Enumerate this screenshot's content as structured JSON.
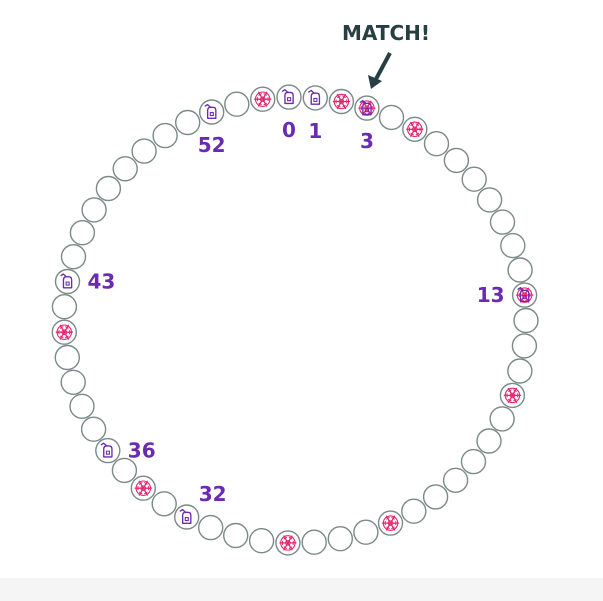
{
  "annotation": {
    "text": "MATCH!",
    "target_index": 3
  },
  "ring": {
    "count": 55,
    "snowflake_indices": [
      2,
      3,
      5,
      13,
      17,
      24,
      28,
      34,
      41,
      54
    ],
    "robot_indices": [
      0,
      1,
      3,
      13,
      32,
      36,
      43,
      52
    ],
    "labels": [
      {
        "index": 0,
        "text": "0"
      },
      {
        "index": 1,
        "text": "1"
      },
      {
        "index": 3,
        "text": "3"
      },
      {
        "index": 13,
        "text": "13"
      },
      {
        "index": 32,
        "text": "32"
      },
      {
        "index": 36,
        "text": "36"
      },
      {
        "index": 43,
        "text": "43"
      },
      {
        "index": 52,
        "text": "52"
      }
    ]
  },
  "colors": {
    "node_stroke": "#7a8a88",
    "snowflake": "#e8246f",
    "robot": "#6a2bb0",
    "label": "#6a2bb0",
    "annotation": "#273f43"
  },
  "icons": {
    "snowflake": "snowflake-icon",
    "robot": "robot-icon"
  }
}
